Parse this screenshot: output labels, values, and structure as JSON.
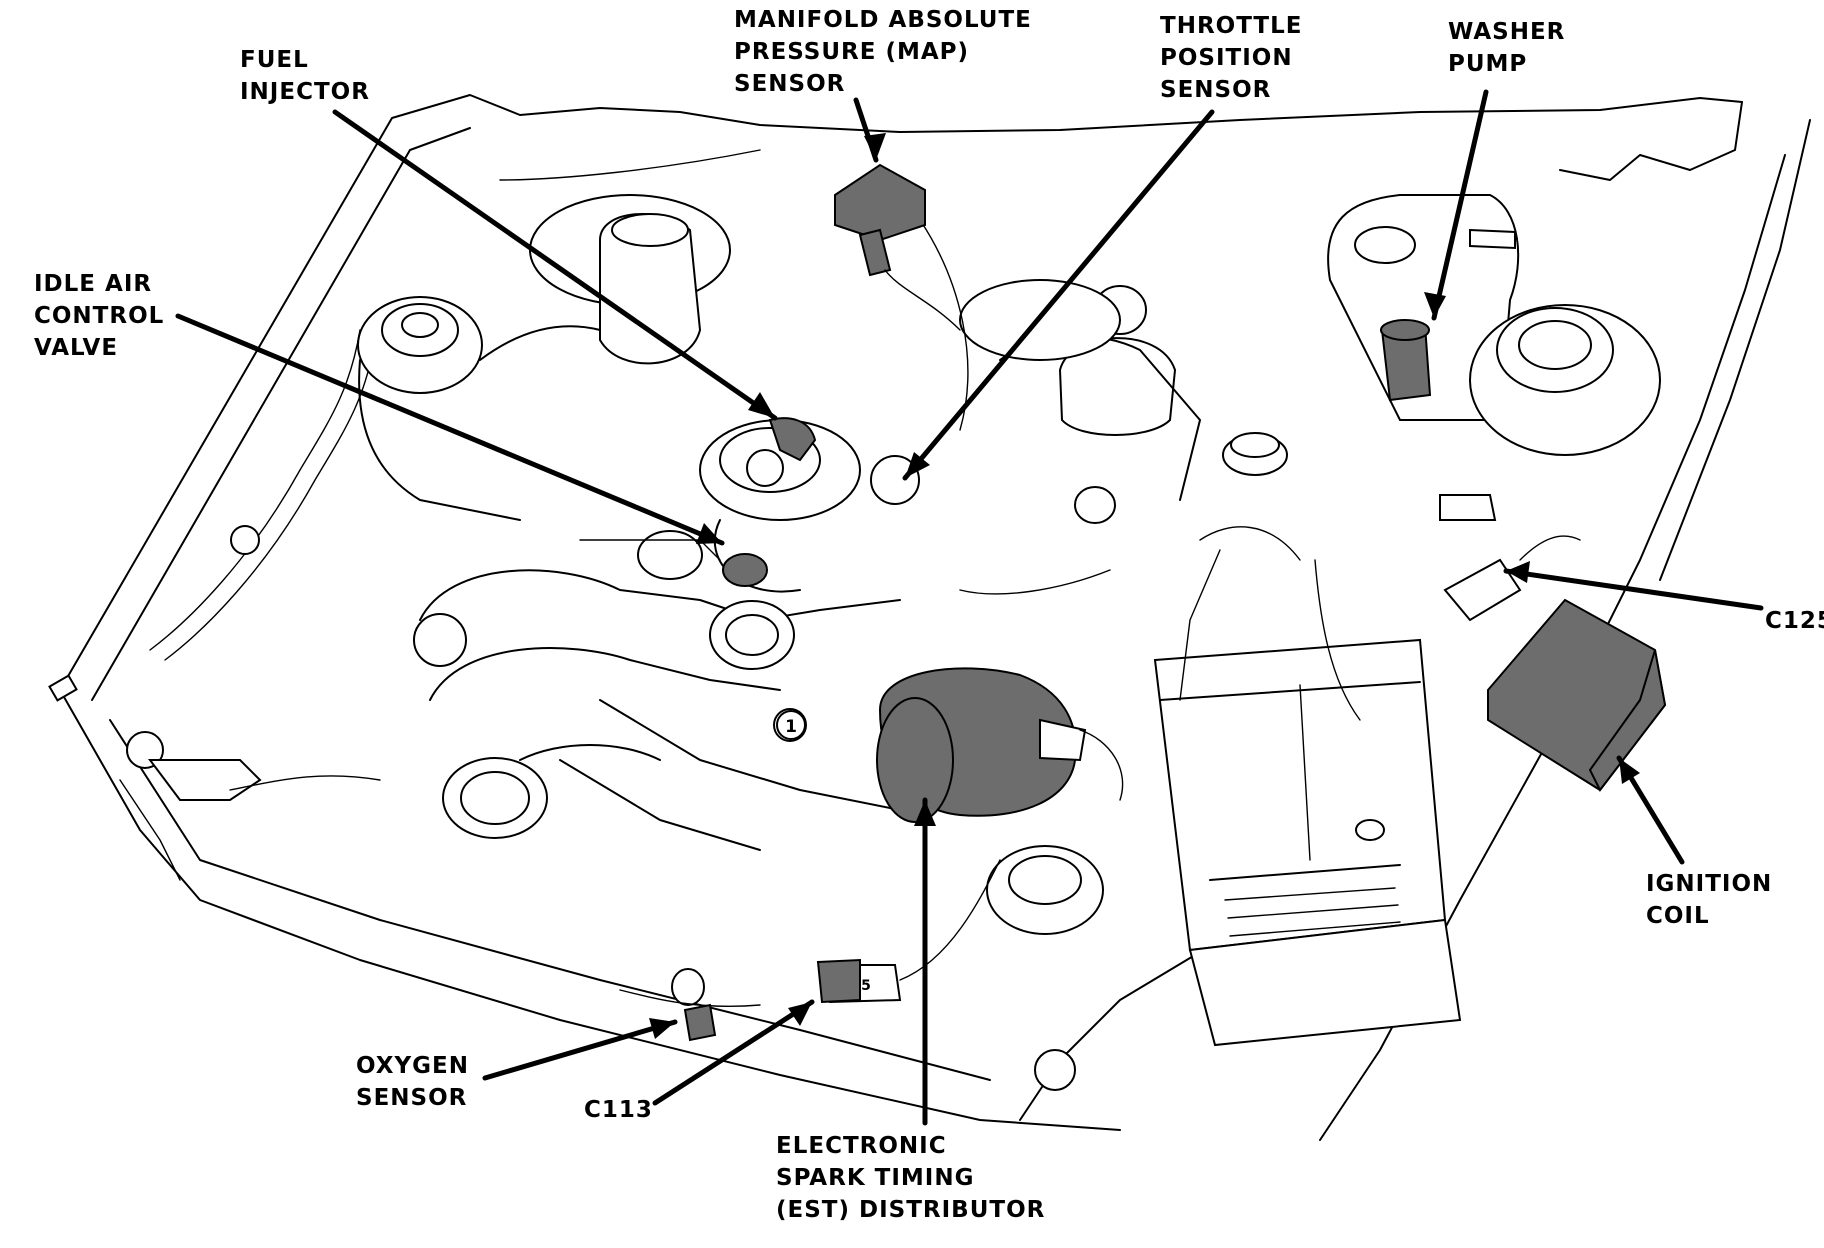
{
  "labels": {
    "map": [
      "MANIFOLD ABSOLUTE",
      "PRESSURE (MAP)",
      "SENSOR"
    ],
    "tps": [
      "THROTTLE",
      "POSITION",
      "SENSOR"
    ],
    "washer": [
      "WASHER",
      "PUMP"
    ],
    "fuel": [
      "FUEL",
      "INJECTOR"
    ],
    "iac": [
      "IDLE AIR",
      "CONTROL",
      "VALVE"
    ],
    "c125": [
      "C125"
    ],
    "coil": [
      "IGNITION",
      "COIL"
    ],
    "oxygen": [
      "OXYGEN",
      "SENSOR"
    ],
    "c113": [
      "C113"
    ],
    "est": [
      "ELECTRONIC",
      "SPARK TIMING",
      "(EST) DISTRIBUTOR"
    ]
  },
  "markers": {
    "cylinder_number": "1",
    "c113_connector_mark": "5"
  },
  "colors": {
    "ink": "#000000",
    "shaded_component": "#6d6d6d",
    "background": "#ffffff"
  }
}
